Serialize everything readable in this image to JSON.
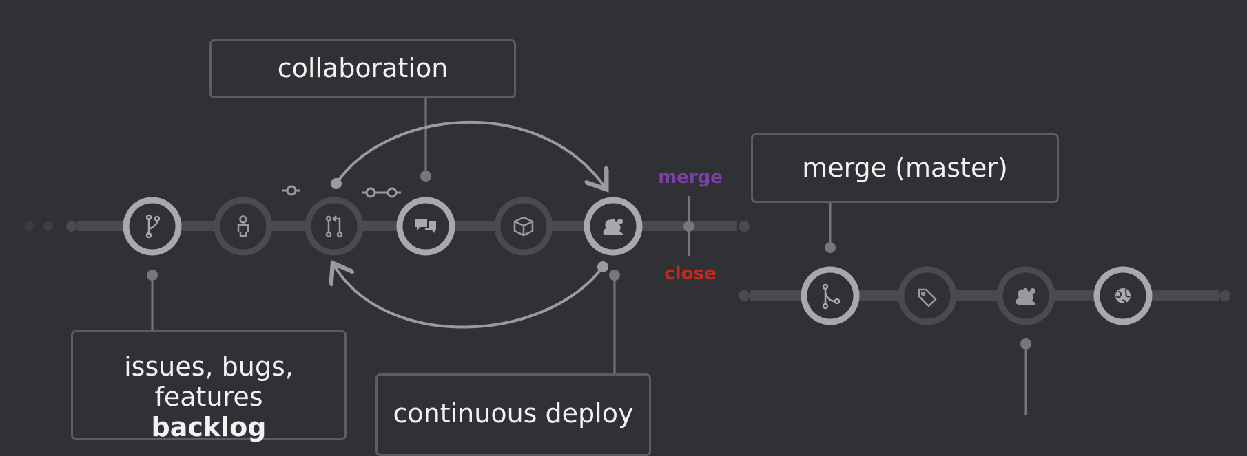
{
  "boxes": {
    "collaboration": "collaboration",
    "merge_master": "merge (master)",
    "issues_line": "issues, bugs, features",
    "issues_bold": "backlog",
    "continuous_deploy": "continuous deploy"
  },
  "labels": {
    "merge": "merge",
    "close": "close"
  },
  "colors": {
    "background": "#2f3134",
    "track": "#4a4a4c",
    "node_bright": "#a9a9ab",
    "node_dim": "#4b4b4d",
    "connector": "#777779",
    "merge": "#7b3fa8",
    "close": "#c4291e"
  },
  "top_line_nodes": [
    {
      "name": "branch-node",
      "icon": "git-branch-icon",
      "style": "bright"
    },
    {
      "name": "issue-assign-node",
      "icon": "person-icon",
      "style": "dim"
    },
    {
      "name": "pull-request-node",
      "icon": "git-pull-request-icon",
      "style": "dim"
    },
    {
      "name": "discussion-node",
      "icon": "comment-discussion-icon",
      "style": "bright"
    },
    {
      "name": "package-node",
      "icon": "package-icon",
      "style": "dim"
    },
    {
      "name": "deploy-node",
      "icon": "squirrel-icon",
      "style": "bright"
    }
  ],
  "bottom_line_nodes": [
    {
      "name": "merge-node",
      "icon": "git-merge-icon",
      "style": "bright"
    },
    {
      "name": "tag-node",
      "icon": "tag-icon",
      "style": "dim"
    },
    {
      "name": "ship-node",
      "icon": "squirrel-icon",
      "style": "dim"
    },
    {
      "name": "globe-node",
      "icon": "globe-icon",
      "style": "bright"
    }
  ]
}
